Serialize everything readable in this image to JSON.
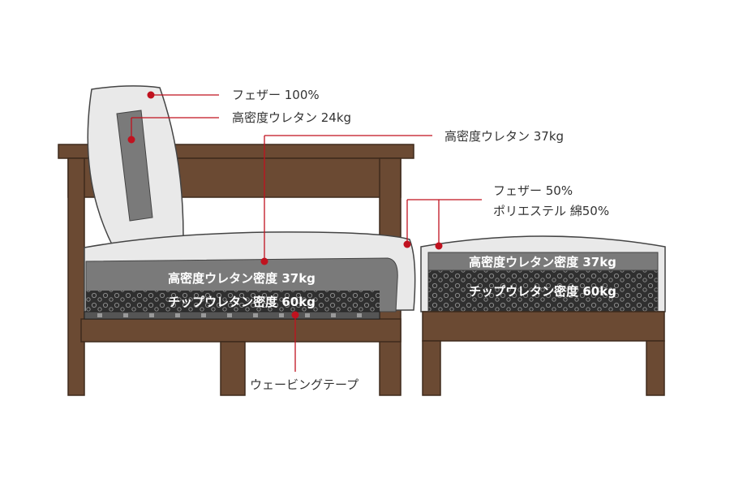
{
  "labels": {
    "back_feather": "フェザー 100%",
    "back_urethane": "高密度ウレタン 24kg",
    "seat_urethane_top": "高密度ウレタン 37kg",
    "ottoman_feather": "フェザー 50%",
    "ottoman_polyester": "ポリエステル 綿50%",
    "seat_band_urethane": "高密度ウレタン密度 37kg",
    "seat_band_chip": "チップウレタン密度 60kg",
    "ottoman_band_urethane": "高密度ウレタン密度 37kg",
    "ottoman_band_chip": "チップウレタン密度 60kg",
    "webbing": "ウェービングテープ"
  },
  "colors": {
    "wood": "#6b4a33",
    "wood_edge": "#3e2a1c",
    "cushion": "#e9e9e9",
    "urethane_band": "#7a7a7a",
    "chip_band": "#2f2f2f",
    "leader": "#c0121f"
  }
}
